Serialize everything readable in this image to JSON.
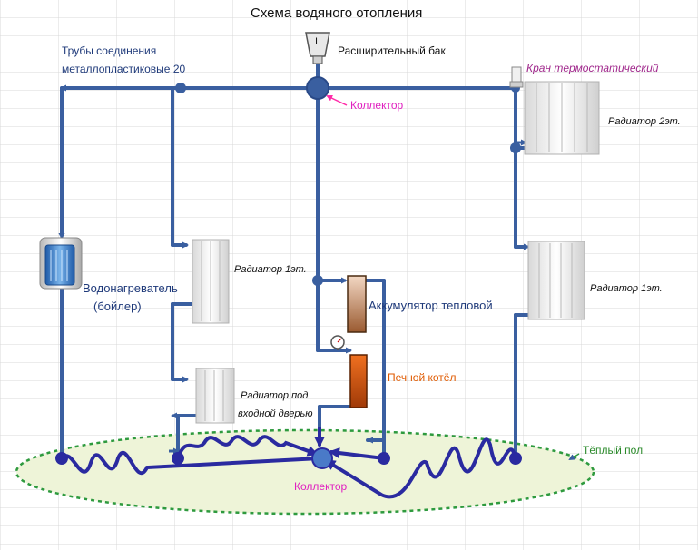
{
  "title": "Схема водяного отопления",
  "labels": {
    "pipes_line1": "Трубы соединения",
    "pipes_line2": "металлопластиковые 20",
    "expansion_tank": "Расширительный бак",
    "thermostatic_valve": "Кран термостатический",
    "collector_top": "Коллектор",
    "radiator_2nd_floor": "Радиатор 2эт.",
    "radiator_1st_left": "Радиатор 1эт.",
    "radiator_1st_right": "Радиатор 1эт.",
    "water_heater_line1": "Водонагреватель",
    "water_heater_line2": "(бойлер)",
    "heat_accumulator": "Аккумулятор тепловой",
    "stove_boiler": "Печной котёл",
    "radiator_door_line1": "Радиатор под",
    "radiator_door_line2": "входной дверью",
    "warm_floor": "Тёплый пол",
    "collector_bottom": "Коллектор",
    "tank_mark": "I"
  },
  "colors": {
    "pipe": "#3a5fa0",
    "coil": "#2a2aa0",
    "floor_outline": "#2e9a3e",
    "floor_fill": "#eef4d8",
    "accumulator": "#c9855a",
    "boiler": "#e05a10",
    "grid": "#d8d8d8",
    "pointer": "#ff2aa8"
  },
  "icons": [
    "expansion-tank-icon",
    "thermostatic-valve-icon",
    "pressure-gauge-icon",
    "water-heater-icon",
    "radiator-icon"
  ]
}
